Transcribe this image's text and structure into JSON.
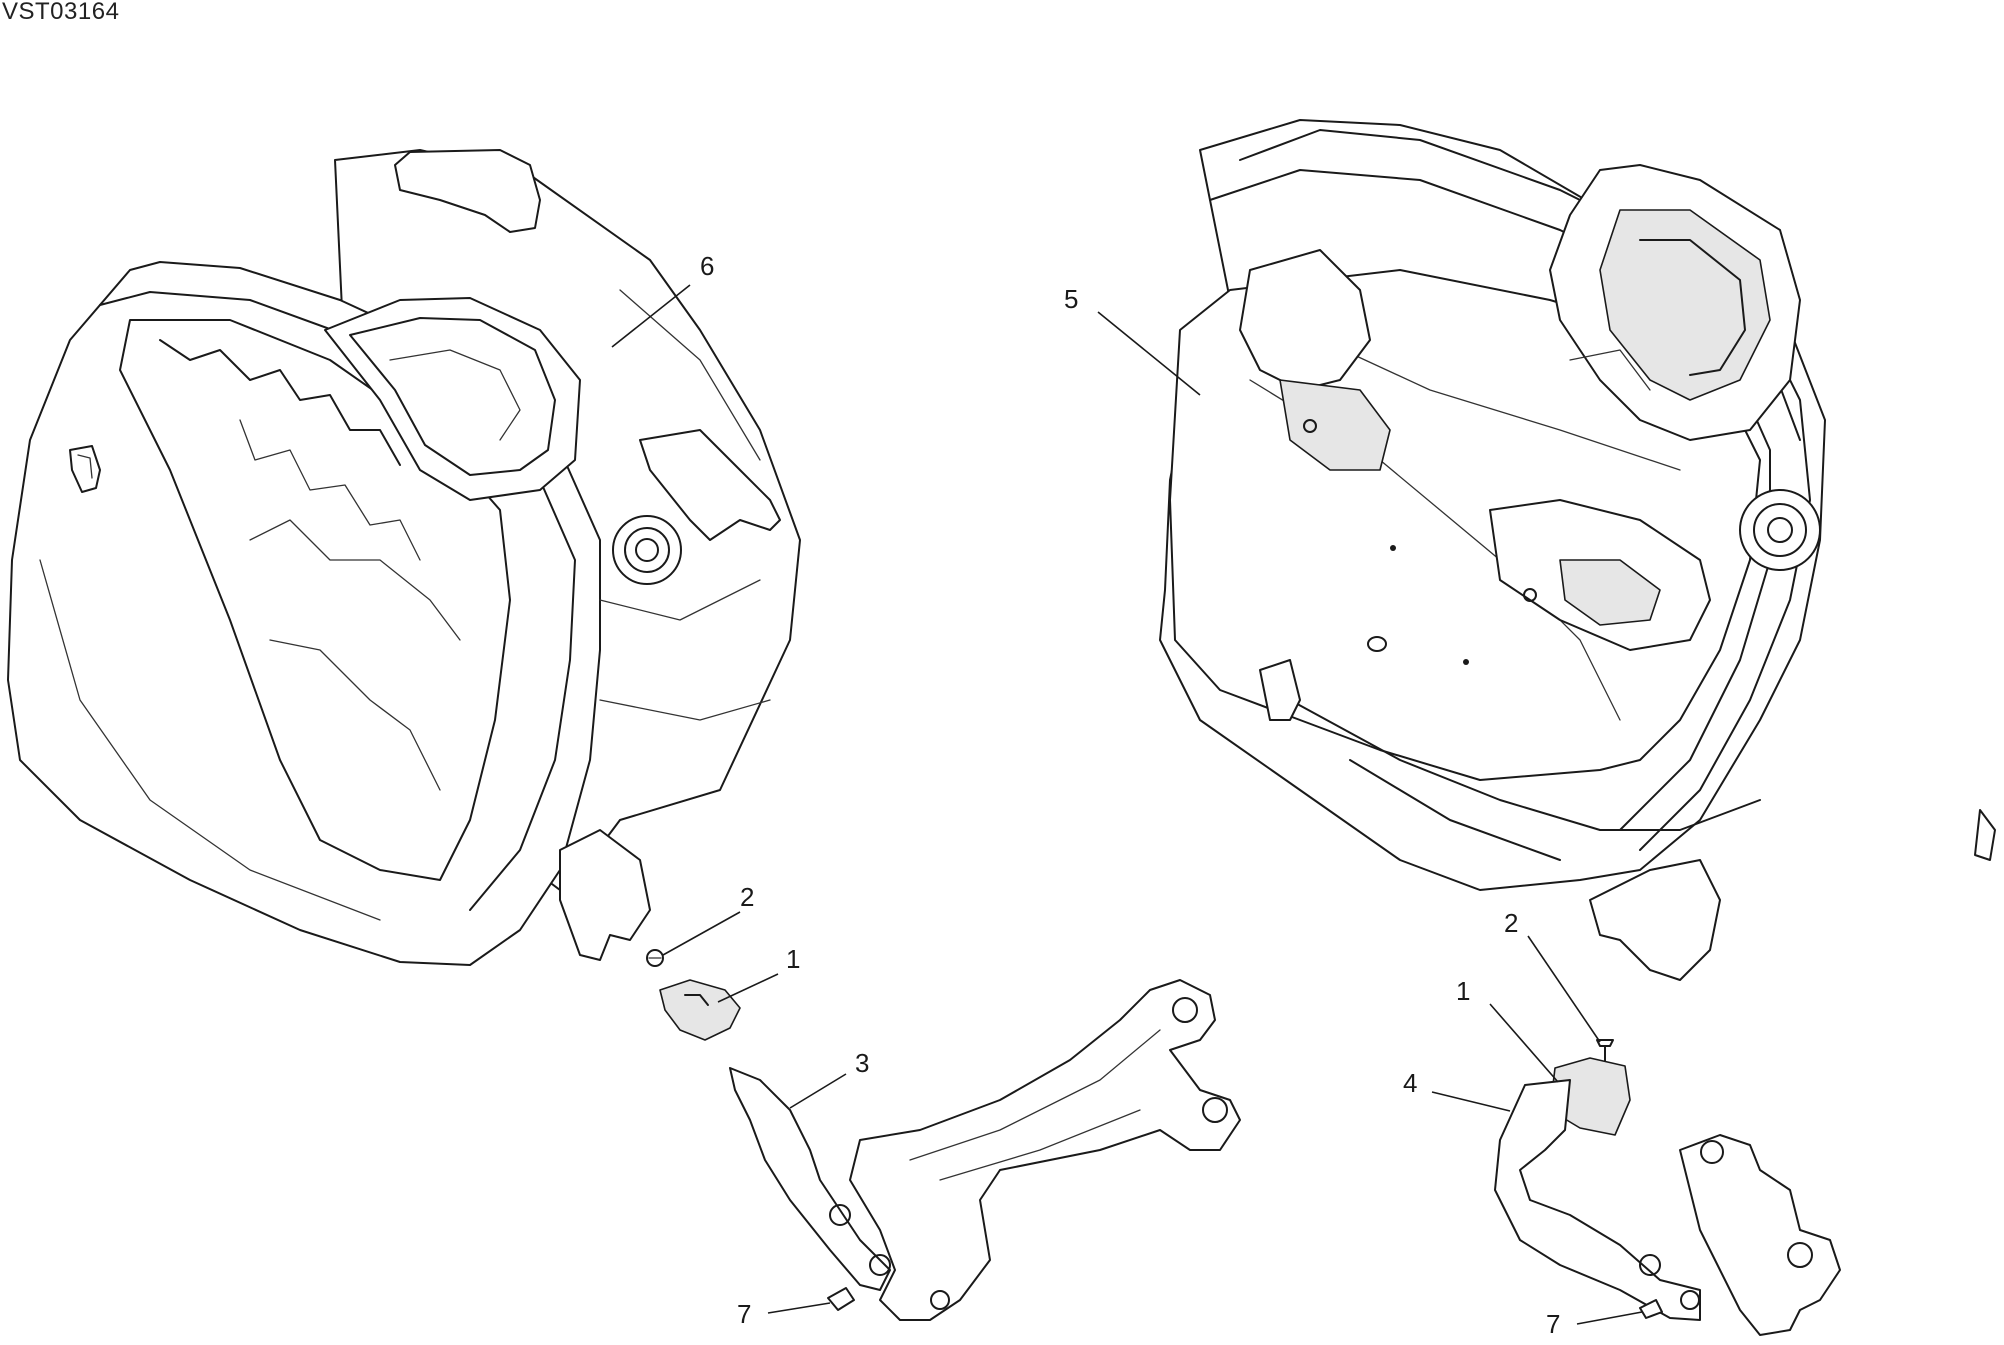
{
  "header": {
    "drawing_code": "VST03164"
  },
  "callouts": [
    {
      "id": "c6",
      "label": "6"
    },
    {
      "id": "c5",
      "label": "5"
    },
    {
      "id": "c2a",
      "label": "2"
    },
    {
      "id": "c1a",
      "label": "1"
    },
    {
      "id": "c3",
      "label": "3"
    },
    {
      "id": "c7a",
      "label": "7"
    },
    {
      "id": "c2b",
      "label": "2"
    },
    {
      "id": "c1b",
      "label": "1"
    },
    {
      "id": "c4",
      "label": "4"
    },
    {
      "id": "c7b",
      "label": "7"
    }
  ],
  "colors": {
    "line": "#1a1a1a",
    "background": "#ffffff"
  }
}
